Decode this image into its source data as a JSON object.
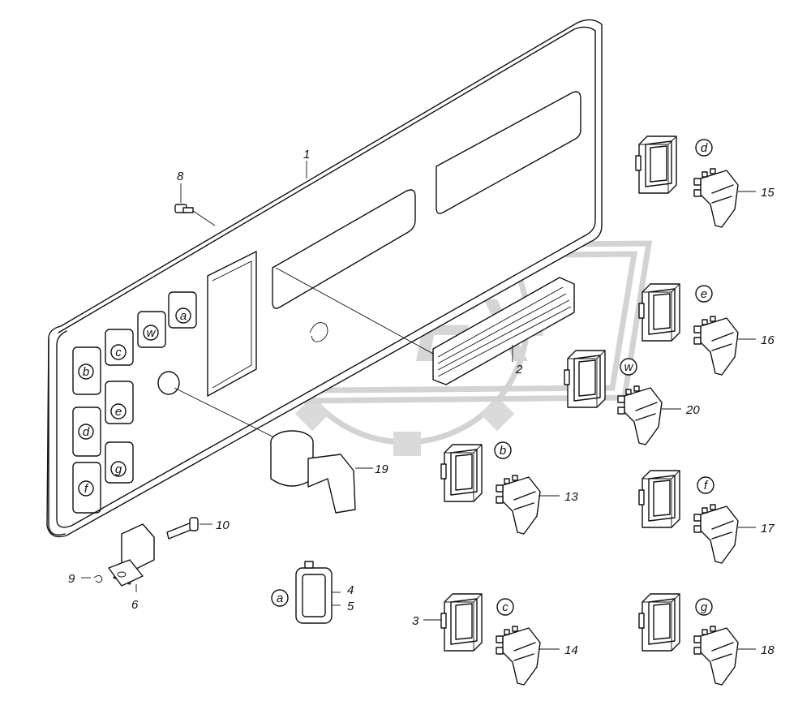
{
  "watermark": {
    "text": "OPEX"
  },
  "part_numbers": [
    "1",
    "2",
    "3",
    "4",
    "5",
    "6",
    "8",
    "9",
    "10",
    "13",
    "14",
    "15",
    "16",
    "17",
    "18",
    "19",
    "20"
  ],
  "panel_letters": [
    "a",
    "w",
    "c",
    "b",
    "e",
    "d",
    "g",
    "f"
  ],
  "switch_letters": {
    "d": "d",
    "e": "e",
    "w": "w",
    "b": "b",
    "f": "f",
    "c": "c",
    "g": "g",
    "a": "a"
  }
}
